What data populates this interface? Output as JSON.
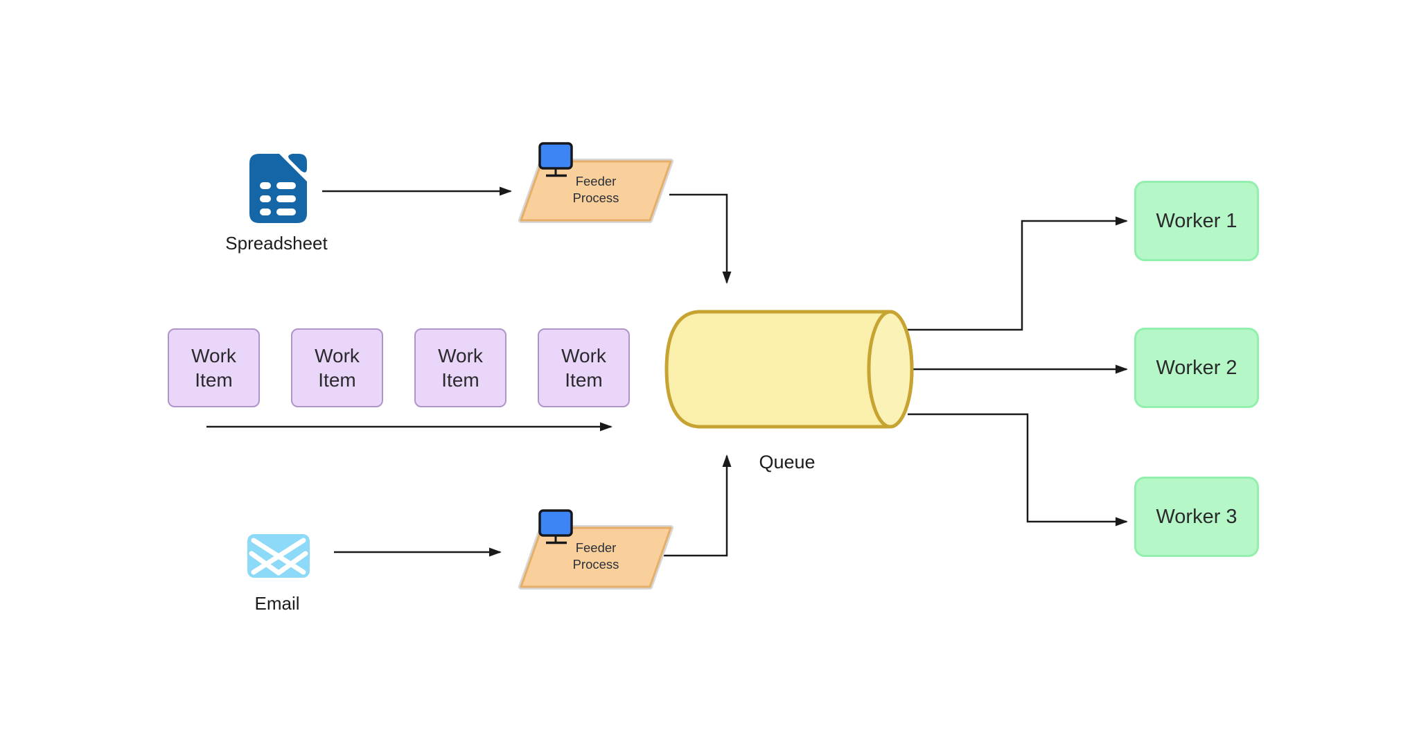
{
  "diagram": {
    "sources": {
      "spreadsheet": {
        "label": "Spreadsheet",
        "icon": "spreadsheet-document-icon"
      },
      "email": {
        "label": "Email",
        "icon": "email-envelope-icon"
      }
    },
    "feeders": {
      "top": {
        "line1": "Feeder",
        "line2": "Process",
        "icon": "monitor-icon"
      },
      "bottom": {
        "line1": "Feeder",
        "line2": "Process",
        "icon": "monitor-icon"
      }
    },
    "work_item": {
      "line1": "Work",
      "line2": "Item",
      "count": 4
    },
    "queue": {
      "label": "Queue"
    },
    "workers": [
      {
        "label": "Worker 1"
      },
      {
        "label": "Worker 2"
      },
      {
        "label": "Worker 3"
      }
    ],
    "colors": {
      "background": "#FFFFFF",
      "connector": "#1A1A1A",
      "work_item_fill": "#EAD6F8",
      "work_item_border": "#AE94C9",
      "worker_fill": "#B5F7C6",
      "worker_border": "#92EFAD",
      "queue_fill": "#FAF0AC",
      "queue_border": "#C7A331",
      "feeder_fill": "#F9CF9C",
      "feeder_border": "#E6AE67",
      "feeder_outline": "#D7D7D7",
      "spreadsheet_icon": "#1566A7",
      "email_icon": "#8DD9F8",
      "monitor_screen": "#3D84F5",
      "monitor_frame": "#17181C"
    }
  }
}
